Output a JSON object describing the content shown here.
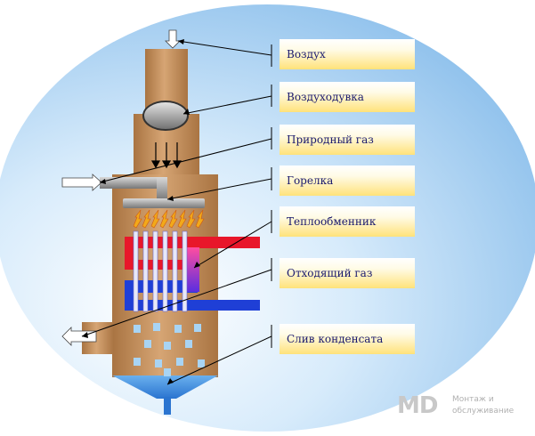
{
  "labels": [
    {
      "id": "vozdukh",
      "text": "Воздух"
    },
    {
      "id": "vozdukhoduvka",
      "text": "Воздуходувка"
    },
    {
      "id": "prirodny-gaz",
      "text": "Природный газ"
    },
    {
      "id": "gorelka",
      "text": "Горелка"
    },
    {
      "id": "teploobmennik",
      "text": "Теплообменник"
    },
    {
      "id": "otkhodyashchiy-gaz",
      "text": "Отходящий газ"
    },
    {
      "id": "sliv-kondensata",
      "text": "Слив конденсата"
    }
  ],
  "watermark": {
    "logo": "MD",
    "line1": "Монтаж и",
    "line2": "обслуживание"
  },
  "colors": {
    "background_ellipse": "#9ecbee",
    "body": "#c8935e",
    "hot_pipe": "#e8172a",
    "cold_pipe": "#1f3fd6",
    "label_text": "#1a1a6e"
  }
}
